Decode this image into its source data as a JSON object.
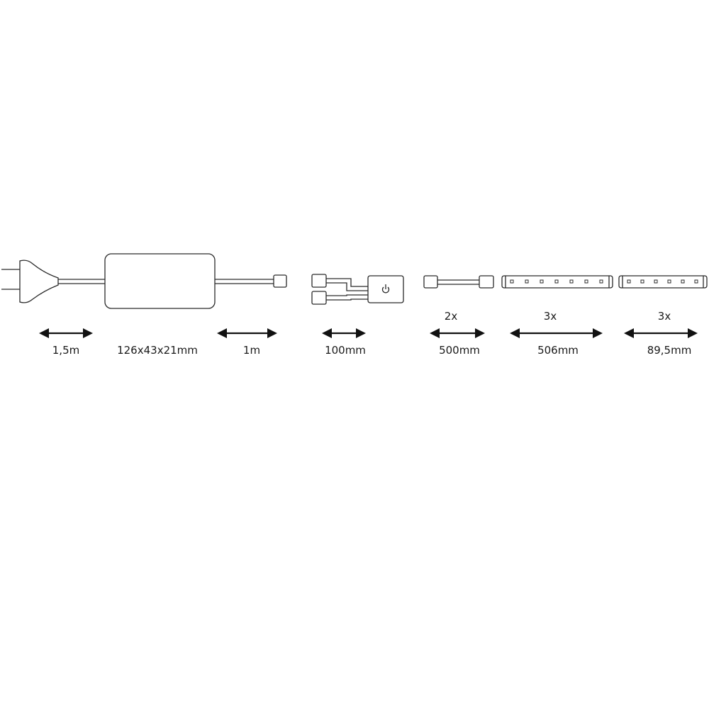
{
  "components": {
    "plug": {
      "icon": "power-plug-icon"
    },
    "power_supply": {
      "icon": "power-supply-box-icon"
    },
    "splitter": {
      "icon": "y-splitter-cable-icon"
    },
    "switch": {
      "icon": "power-button-icon"
    },
    "connector_cable": {
      "icon": "connector-cable-icon"
    },
    "strip_long": {
      "icon": "led-strip-icon"
    },
    "strip_short": {
      "icon": "led-strip-icon"
    }
  },
  "dimensions": [
    {
      "id": "plug-cable",
      "quantity": "",
      "label": "1,5m"
    },
    {
      "id": "power-supply",
      "quantity": "",
      "label": "126x43x21mm"
    },
    {
      "id": "output-cable",
      "quantity": "",
      "label": "1m"
    },
    {
      "id": "splitter",
      "quantity": "",
      "label": "100mm"
    },
    {
      "id": "connector-cable",
      "quantity": "2x",
      "label": "500mm"
    },
    {
      "id": "strip-long",
      "quantity": "3x",
      "label": "506mm"
    },
    {
      "id": "strip-short",
      "quantity": "3x",
      "label": "89,5mm"
    }
  ],
  "colors": {
    "line": "#2a2a2a",
    "arrow": "#111111",
    "text": "#1a1a1a",
    "background": "#ffffff"
  }
}
